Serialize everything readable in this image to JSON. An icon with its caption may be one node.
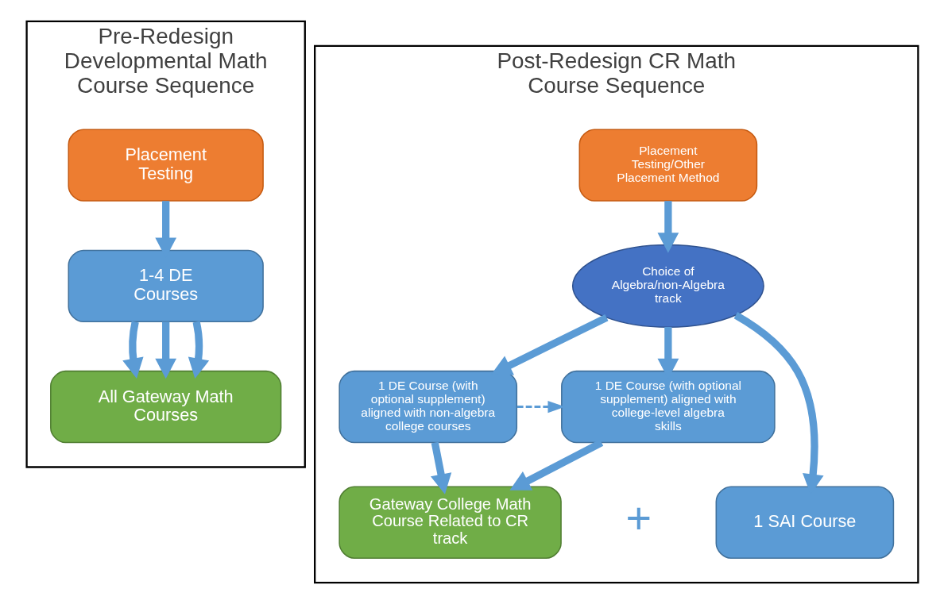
{
  "diagram": {
    "nodes": [
      {
        "text": [
          "Pre-Redesign Developmental Math Course Sequence"
        ]
      },
      {
        "text": [
          "Placement Testing"
        ],
        "in": 0
      },
      {
        "text": [
          "1-4 DE Courses"
        ],
        "in": 0
      },
      {
        "text": [
          "All Gateway Math Courses"
        ],
        "in": 0
      },
      {
        "text": [
          "Post-Redesign CR Math Course Sequence"
        ]
      },
      {
        "text": [
          "Placement Testing/Other Placement Method"
        ],
        "in": 4
      },
      {
        "text": [
          "Choice of Algebra/non-Algebra track"
        ],
        "in": 4
      },
      {
        "text": [
          "1 DE Course (with optional supplement) aligned with non-algebra college courses"
        ],
        "in": 4
      },
      {
        "text": [
          "1 DE Course (with optional supplement) aligned with college-level algebra skills"
        ],
        "in": 4
      },
      {
        "text": [
          "Gateway College Math Course Related to CR track"
        ],
        "in": 4
      },
      {
        "text": [
          "1 SAI Course"
        ],
        "in": 4
      }
    ],
    "edges": [
      {
        "from": 1,
        "to": 2,
        "arrow": "to"
      },
      {
        "from": 2,
        "to": 3,
        "arrow": "to"
      },
      {
        "from": 2,
        "to": 3,
        "arrow": "to"
      },
      {
        "from": 2,
        "to": 3,
        "arrow": "to"
      },
      {
        "from": 5,
        "to": 6,
        "arrow": "to"
      },
      {
        "from": 6,
        "to": 7,
        "arrow": "to"
      },
      {
        "from": 6,
        "to": 8,
        "arrow": "to"
      },
      {
        "from": 7,
        "to": 8,
        "arrow": "to",
        "style": "dashed"
      },
      {
        "from": 7,
        "to": 9,
        "arrow": "to"
      },
      {
        "from": 8,
        "to": 9,
        "arrow": "to"
      },
      {
        "from": 6,
        "to": 10,
        "arrow": "to"
      }
    ],
    "labels": [
      "+"
    ]
  }
}
